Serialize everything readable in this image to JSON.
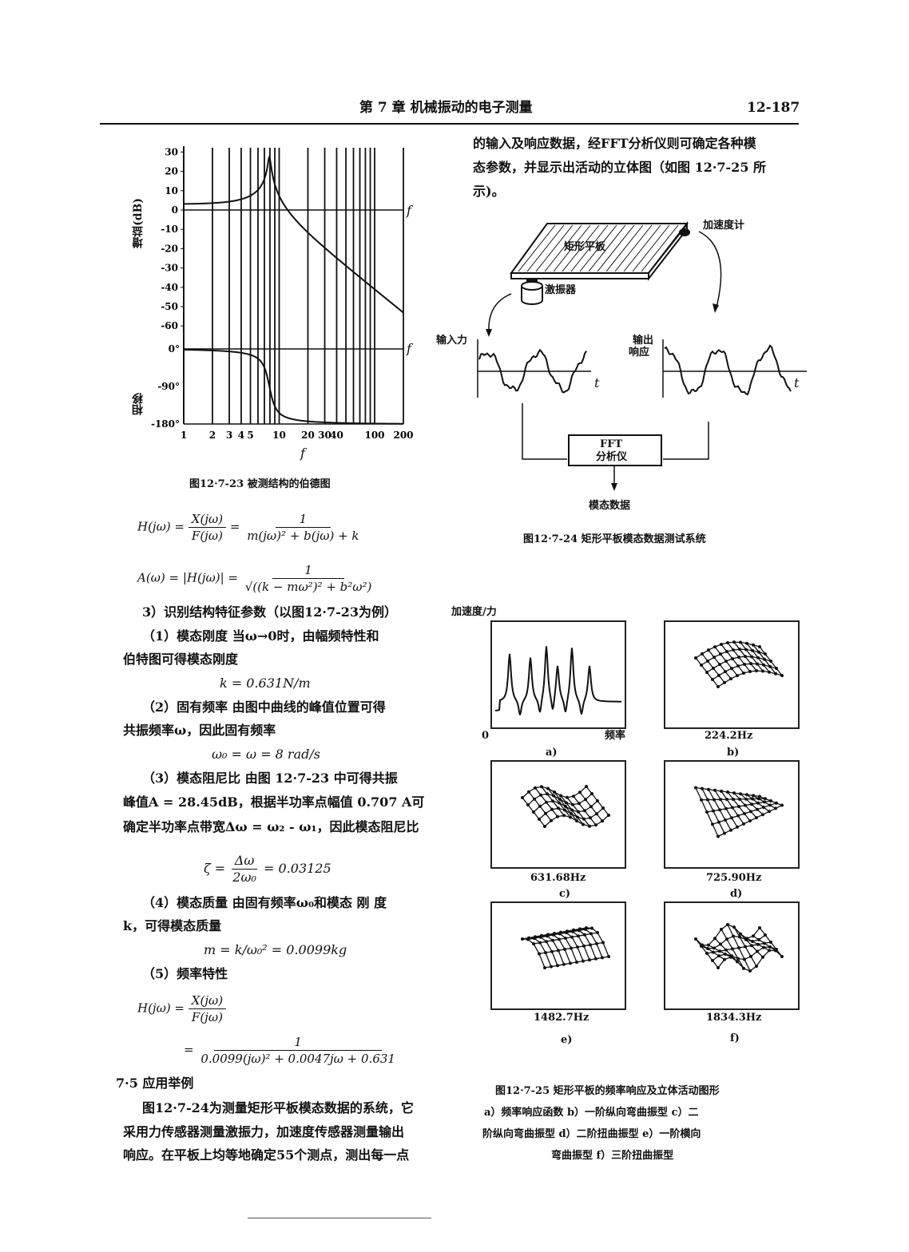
{
  "header": {
    "chapter": "第 7 章   机械振动的电子测量",
    "page_number": "12-187"
  },
  "fig23": {
    "caption": "图12·7-23  被测结构的伯德图",
    "ylabel_gain": "增益(dB)",
    "ylabel_phase": "相移",
    "xlabel": "f",
    "axis_f": "f",
    "chart_data": {
      "type": "line",
      "title": "被测结构的伯德图",
      "x_scale": "log",
      "xlim": [
        1,
        200
      ],
      "x_ticks": [
        1,
        2,
        3,
        4,
        5,
        10,
        20,
        30,
        40,
        100,
        200
      ],
      "x_tick_labels": [
        "1",
        "2",
        "3",
        "4",
        "5",
        "10",
        "20",
        "30",
        "40",
        "100",
        "200"
      ],
      "grid_x": [
        2,
        3,
        4,
        5,
        6,
        7,
        8,
        9,
        10,
        20,
        30,
        40,
        50,
        60,
        70,
        80,
        90,
        100,
        200
      ],
      "gain": {
        "ylim": [
          -60,
          30
        ],
        "ticks": [
          30,
          20,
          10,
          0,
          -10,
          -20,
          -30,
          -40,
          -50,
          -60
        ],
        "tick_labels": [
          "30",
          "20",
          "10",
          "0",
          "-10",
          "-20",
          "-30",
          "-40",
          "-50",
          "-60"
        ],
        "points": [
          [
            1,
            3
          ],
          [
            2,
            3.5
          ],
          [
            3,
            4.5
          ],
          [
            4,
            5.5
          ],
          [
            5,
            7.5
          ],
          [
            6,
            11
          ],
          [
            7,
            17
          ],
          [
            7.9,
            28
          ],
          [
            9,
            12
          ],
          [
            10,
            6
          ],
          [
            12,
            0
          ],
          [
            20,
            -10
          ],
          [
            30,
            -18
          ],
          [
            40,
            -24
          ],
          [
            60,
            -31
          ],
          [
            100,
            -41
          ],
          [
            200,
            -53
          ]
        ]
      },
      "phase": {
        "ylim": [
          -180,
          0
        ],
        "ticks": [
          0,
          -90,
          -180
        ],
        "tick_labels": [
          "0°",
          "-90°",
          "-180°"
        ],
        "points": [
          [
            1,
            0
          ],
          [
            6,
            -2
          ],
          [
            7,
            -15
          ],
          [
            7.6,
            -60
          ],
          [
            7.9,
            -90
          ],
          [
            8.3,
            -150
          ],
          [
            9,
            -175
          ],
          [
            10,
            -180
          ],
          [
            200,
            -180
          ]
        ]
      }
    }
  },
  "formulas": {
    "h_lhs": "H(jω) =",
    "h_num": "X(jω)",
    "h_den": "F(jω)",
    "h_eq": "=",
    "h_num2": "1",
    "h_den2": "m(jω)² + b(jω) + k",
    "a_lhs": "A(ω) = |H(jω)| =",
    "a_num": "1",
    "a_den": "√((k − mω²)² + b²ω²)",
    "k": "k = 0.631N/m",
    "w0": "ω₀ = ω = 8 rad/s",
    "zeta_lhs": "ζ =",
    "zeta_num": "Δω",
    "zeta_den": "2ω₀",
    "zeta_rhs": "= 0.03125",
    "m": "m = k/ω₀² = 0.0099kg",
    "h2_lhs": "H(jω) =",
    "h2_num": "X(jω)",
    "h2_den": "F(jω)",
    "h3_eq": "=",
    "h3_num": "1",
    "h3_den": "0.0099(jω)² + 0.0047jω + 0.631"
  },
  "left_text": {
    "s3": "3）识别结构特征参数（以图12·7-23为例）",
    "p1a": "（1）模态刚度   当ω→0时，由幅频特性和",
    "p1b": "伯特图可得模态刚度",
    "p2a": "（2）固有频率   由图中曲线的峰值位置可得",
    "p2b": "共振频率ω，因此固有频率",
    "p3a": "（3）模态阻尼比   由图 12·7-23 中可得共振",
    "p3b": "峰值A = 28.45dB，根据半功率点幅值 0.707 A可",
    "p3c": "确定半功率点带宽Δω = ω₂ - ω₁，因此模态阻尼比",
    "p4a": "（4）模态质量   由固有频率ω₀和模态 刚 度",
    "p4b": "k，可得模态质量",
    "p5": "（5）频率特性",
    "sec": "7·5   应用举例",
    "para1": "图12·7-24为测量矩形平板模态数据的系统，它",
    "para2": "采用力传感器测量激振力，加速度传感器测量输出",
    "para3": "响应。在平板上均等地确定55个测点，测出每一点"
  },
  "right_text": {
    "l1": "的输入及响应数据，经FFT分析仪则可确定各种模",
    "l2": "态参数，并显示出活动的立体图（如图 12·7-25 所",
    "l3": "示)。"
  },
  "fig24": {
    "plate": "矩形平板",
    "accel": "加速度计",
    "shaker": "激振器",
    "input": "输入力",
    "output1": "输出",
    "output2": "响应",
    "t": "t",
    "fft1": "FFT",
    "fft2": "分析仪",
    "modal": "模态数据",
    "caption": "图12·7-24   矩形平板模态数据测试系统"
  },
  "fig25": {
    "ylabel": "加速度/力",
    "zero": "0",
    "xlabel": "频率",
    "panels": [
      {
        "label": "a)"
      },
      {
        "label": "b)",
        "freq": "224.2Hz"
      },
      {
        "label": "c)",
        "freq": "631.68Hz"
      },
      {
        "label": "d)",
        "freq": "725.90Hz"
      },
      {
        "label": "e)",
        "freq": "1482.7Hz"
      },
      {
        "label": "f)",
        "freq": "1834.3Hz"
      }
    ],
    "caption": "图12·7-25   矩形平板的频率响应及立体活动图形",
    "sub1": "a）频率响应函数   b）一阶纵向弯曲振型   c）二",
    "sub2": "阶纵向弯曲振型   d）二阶扭曲振型   e）一阶横向",
    "sub3": "弯曲振型   f）三阶扭曲振型"
  }
}
